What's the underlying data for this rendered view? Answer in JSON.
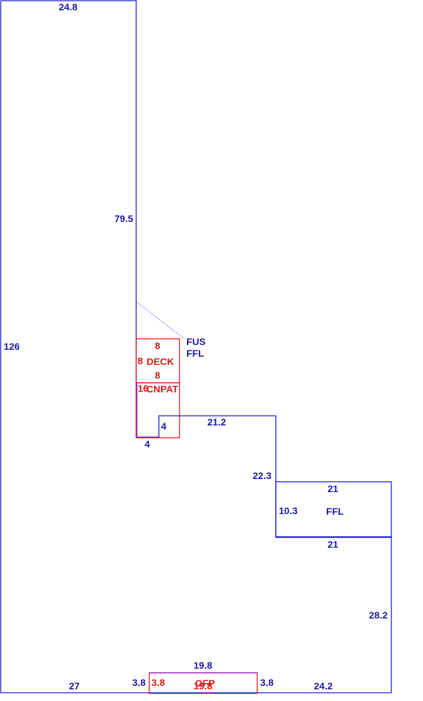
{
  "colors": {
    "blue": "#1a1ad6",
    "red": "#e01818",
    "purple": "#8a1ad6"
  },
  "dimensions": {
    "top_width": "24.8",
    "upper_wall": "79.5",
    "left_height": "126",
    "step_width": "21.2",
    "step_small_h": "4",
    "step_small_w": "4",
    "right_drop": "22.3",
    "ffl_top": "21",
    "ffl_height": "10.3",
    "ffl_bottom": "21",
    "right_lower": "28.2",
    "bottom_left": "27",
    "bottom_right": "24.2",
    "ofp_top": "19.8",
    "ofp_left": "3.8",
    "ofp_right": "3.8"
  },
  "areas": {
    "fus_label": "FUS",
    "ffl_label": "FFL",
    "room_ffl": "FFL"
  },
  "deck": {
    "label": "DECK",
    "top": "8",
    "left": "8",
    "bottom": "8"
  },
  "cnpat": {
    "label": "CNPAT",
    "left": "16"
  },
  "ofp": {
    "label": "OFP",
    "left": "3.8",
    "bottom": "19.8"
  }
}
